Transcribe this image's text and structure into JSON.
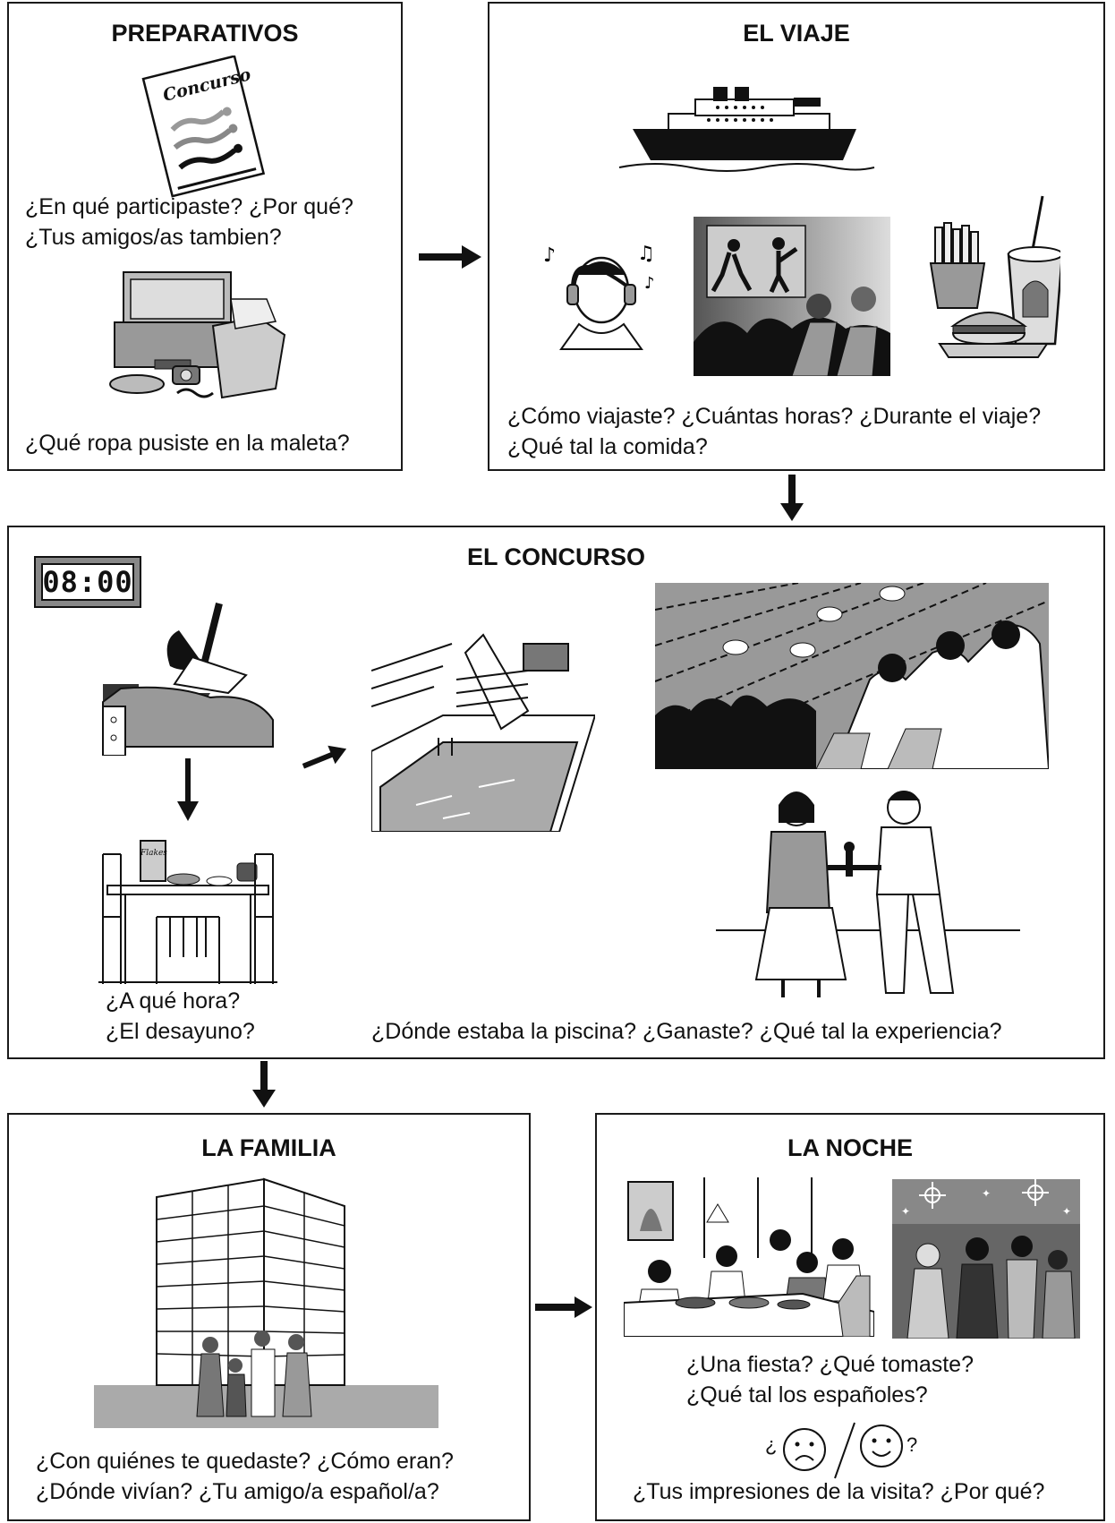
{
  "preparativos": {
    "title": "PREPARATIVOS",
    "magazine_label": "Concurso",
    "q1_line1": "¿En qué participaste? ¿Por qué?",
    "q1_line2": "¿Tus amigos/as tambien?",
    "q2": "¿Qué ropa pusiste en la maleta?"
  },
  "viaje": {
    "title": "EL VIAJE",
    "q_line1": "¿Cómo viajaste? ¿Cuántas horas? ¿Durante el viaje?",
    "q_line2": "¿Qué tal la comida?"
  },
  "concurso": {
    "title": "EL CONCURSO",
    "clock": "08:00",
    "cereal_label": "Flakes",
    "q_left_line1": "¿A qué hora?",
    "q_left_line2": "¿El desayuno?",
    "q_right": "¿Dónde estaba la piscina? ¿Ganaste? ¿Qué tal la experiencia?"
  },
  "familia": {
    "title": "LA FAMILIA",
    "q_line1": "¿Con quiénes te quedaste? ¿Cómo eran?",
    "q_line2": "¿Dónde vivían? ¿Tu amigo/a español/a?"
  },
  "noche": {
    "title": "LA NOCHE",
    "q_line1": "¿Una fiesta? ¿Qué tomaste?",
    "q_line2": "¿Qué tal los españoles?",
    "faces_open": "¿",
    "faces_close": "?",
    "q_line3": "¿Tus impresiones de la visita? ¿Por qué?"
  }
}
